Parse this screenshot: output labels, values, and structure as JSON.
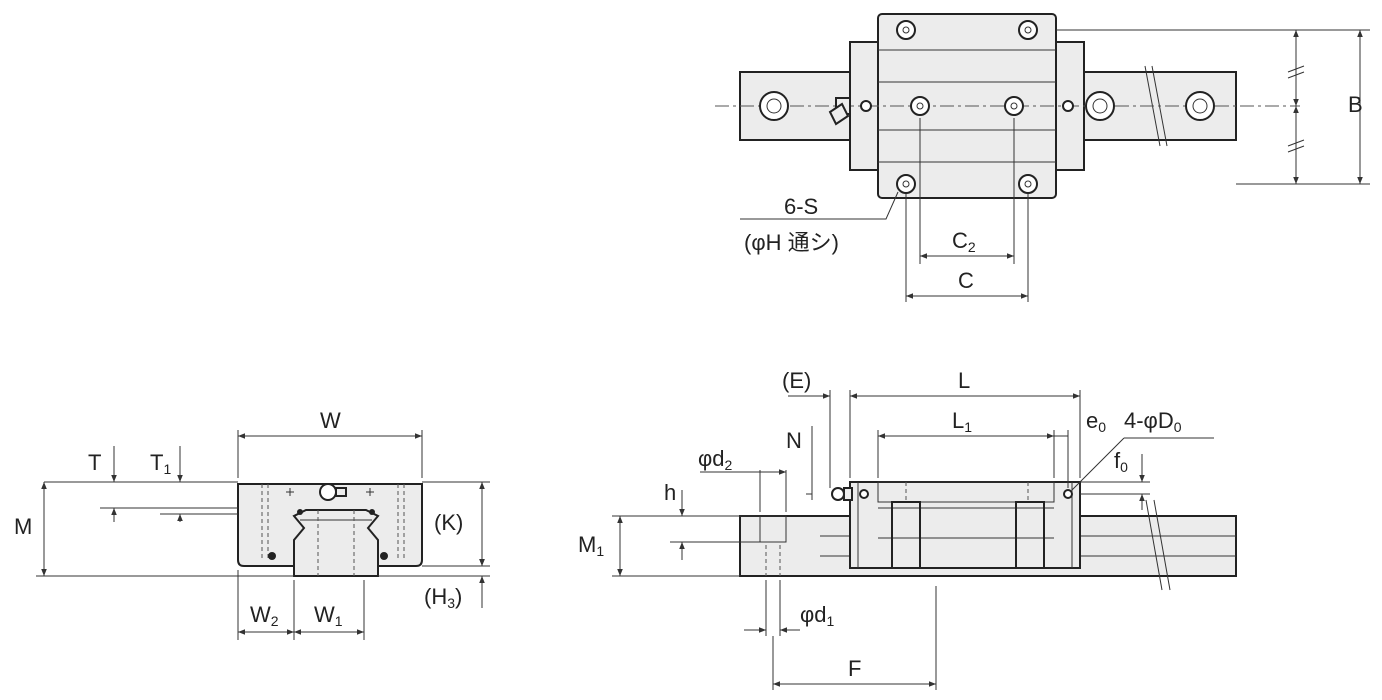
{
  "labels": {
    "S": "6-S",
    "H_note": "(φH 通シ)",
    "C2": "C",
    "C2_sub": "2",
    "C": "C",
    "B": "B",
    "W": "W",
    "T": "T",
    "T1": "T",
    "T1_sub": "1",
    "M": "M",
    "K": "(K)",
    "H3": "(H",
    "H3_sub": "3",
    "H3_close": ")",
    "W2": "W",
    "W2_sub": "2",
    "W1": "W",
    "W1_sub": "1",
    "E": "(E)",
    "L": "L",
    "L1": "L",
    "L1_sub": "1",
    "e0": "e",
    "e0_sub": "0",
    "D0": "4-φD",
    "D0_sub": "0",
    "f0": "f",
    "f0_sub": "0",
    "N": "N",
    "d2": "φd",
    "d2_sub": "2",
    "h": "h",
    "M1": "M",
    "M1_sub": "1",
    "d1": "φd",
    "d1_sub": "1",
    "F": "F"
  },
  "colors": {
    "line": "#222222",
    "fill": "#ececec",
    "background": "#ffffff"
  }
}
